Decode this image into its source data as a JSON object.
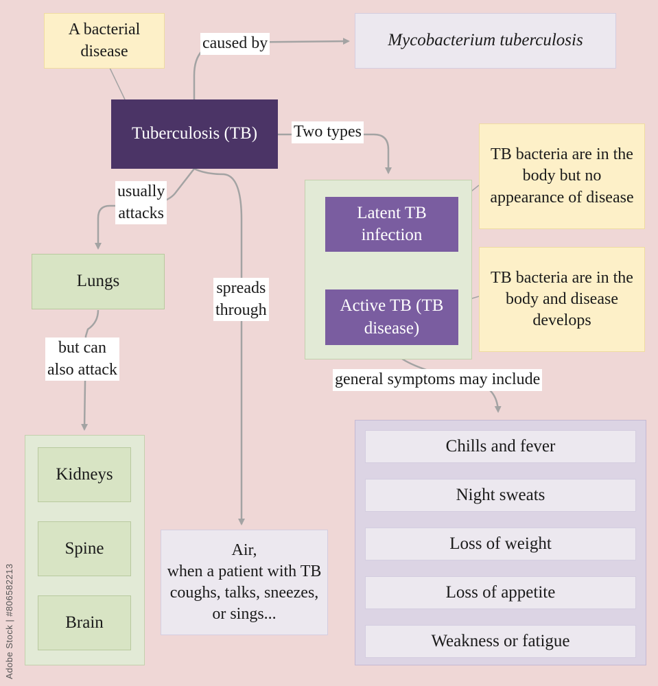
{
  "nodes": {
    "bacterial_disease": "A bacterial disease",
    "cause": "Mycobacterium tuberculosis",
    "tb": "Tuberculosis (TB)",
    "latent": "Latent TB infection",
    "active": "Active TB (TB disease)",
    "latent_desc": "TB bacteria are in the body but no appearance of disease",
    "active_desc": "TB bacteria are in the body and disease develops",
    "lungs": "Lungs",
    "kidneys": "Kidneys",
    "spine": "Spine",
    "brain": "Brain",
    "air_line1": "Air,",
    "air_rest": "when a patient with TB coughs, talks, sneezes, or sings..."
  },
  "edges": {
    "caused_by": "caused by",
    "two_types": "Two types",
    "usually": "usually",
    "attacks": "attacks",
    "spreads": "spreads",
    "through": "through",
    "but_can": "but can",
    "also_attack": "also attack",
    "symptoms": "general symptoms may include"
  },
  "symptoms": [
    "Chills and fever",
    "Night sweats",
    "Loss of weight",
    "Loss of appetite",
    "Weakness or fatigue"
  ],
  "watermark": "Adobe Stock | #806582213",
  "colors": {
    "background": "#efd7d6",
    "tb_node": "#4b3466",
    "type_nodes": "#7a5da0",
    "connector": "#a3a3a3"
  }
}
